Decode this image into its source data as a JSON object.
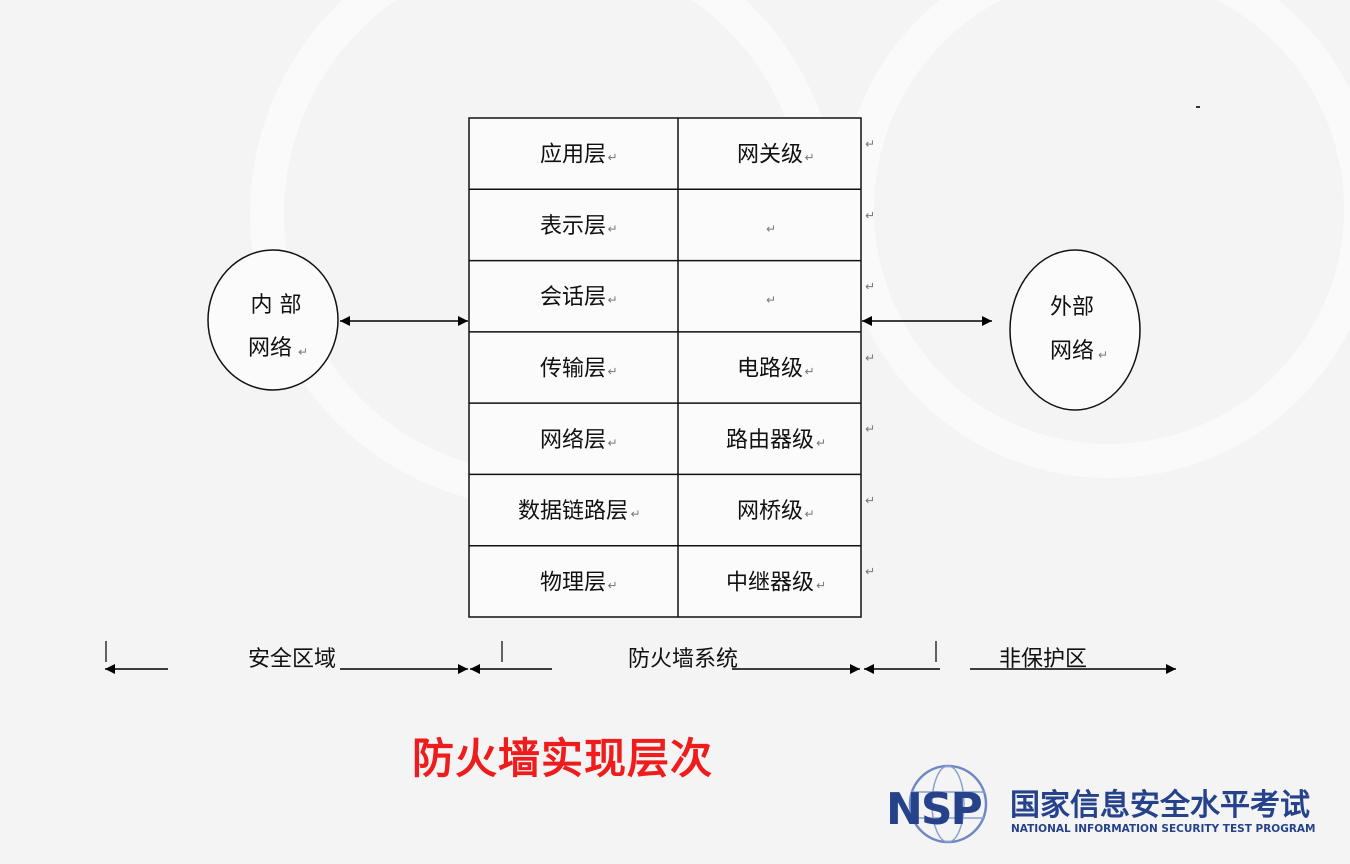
{
  "internal_network": {
    "line1": "内 部",
    "line2": "网络"
  },
  "external_network": {
    "line1": "外部",
    "line2": "网络"
  },
  "layers": [
    {
      "osi": "应用层",
      "firewall": "网关级"
    },
    {
      "osi": "表示层",
      "firewall": ""
    },
    {
      "osi": "会话层",
      "firewall": ""
    },
    {
      "osi": "传输层",
      "firewall": "电路级"
    },
    {
      "osi": "网络层",
      "firewall": "路由器级"
    },
    {
      "osi": "数据链路层",
      "firewall": "网桥级"
    },
    {
      "osi": "物理层",
      "firewall": "中继器级"
    }
  ],
  "zones": {
    "secure": "安全区域",
    "firewall_system": "防火墙系统",
    "unprotected": "非保护区"
  },
  "title": "防火墙实现层次",
  "logo": {
    "mark": "NSP",
    "org_name": "国家信息安全水平考试",
    "org_name_en": "NATIONAL INFORMATION SECURITY TEST PROGRAM"
  },
  "colors": {
    "title": "#ee1c1c",
    "logo": "#26428b",
    "background": "#f4f4f4"
  }
}
